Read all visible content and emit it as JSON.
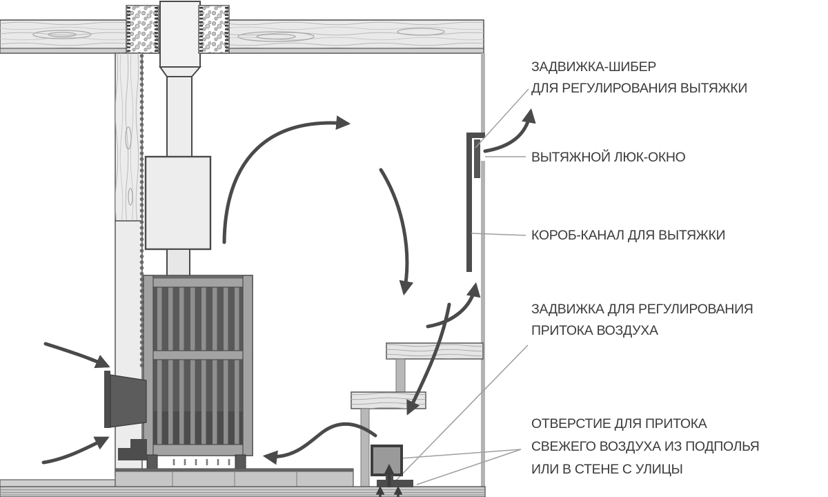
{
  "annotations": {
    "exhaust_damper": {
      "lines": [
        "ЗАДВИЖКА-ШИБЕР",
        "ДЛЯ РЕГУЛИРОВАНИЯ ВЫТЯЖКИ"
      ]
    },
    "exhaust_hatch": {
      "lines": [
        "ВЫТЯЖНОЙ ЛЮК-ОКНО"
      ]
    },
    "exhaust_duct": {
      "lines": [
        "КОРОБ-КАНАЛ ДЛЯ ВЫТЯЖКИ"
      ]
    },
    "intake_damper": {
      "lines": [
        "ЗАДВИЖКА ДЛЯ РЕГУЛИРОВАНИЯ",
        "ПРИТОКА ВОЗДУХА"
      ]
    },
    "intake_opening": {
      "lines": [
        "ОТВЕРСТИЕ ДЛЯ ПРИТОКА",
        "СВЕЖЕГО ВОЗДУХА ИЗ ПОДПОЛЬЯ",
        "ИЛИ В СТЕНЕ С УЛИЦЫ"
      ]
    }
  },
  "colors": {
    "ink": "#4a4a4a",
    "label_text": "#3b3b3b",
    "leader_line": "#9e9e9e",
    "metal_dark": "#4d4d4d",
    "stove_interior": "#595959",
    "frame_gray": "#a3a3a3",
    "wall_gray": "#b3b3b3",
    "wood_light": "#ebebeb"
  }
}
